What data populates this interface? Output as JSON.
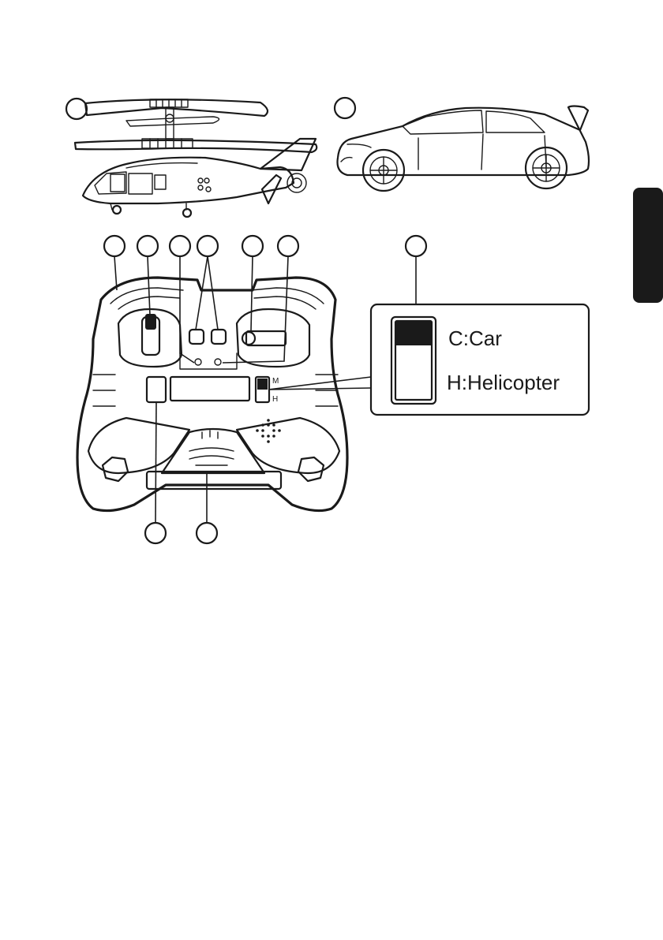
{
  "switch_callout": {
    "label_c": "C:Car",
    "label_h": "H:Helicopter"
  },
  "remote": {
    "switch_mark_top": "M",
    "switch_mark_bottom": "H"
  },
  "side_tab": {
    "color": "#1a1a1a"
  }
}
